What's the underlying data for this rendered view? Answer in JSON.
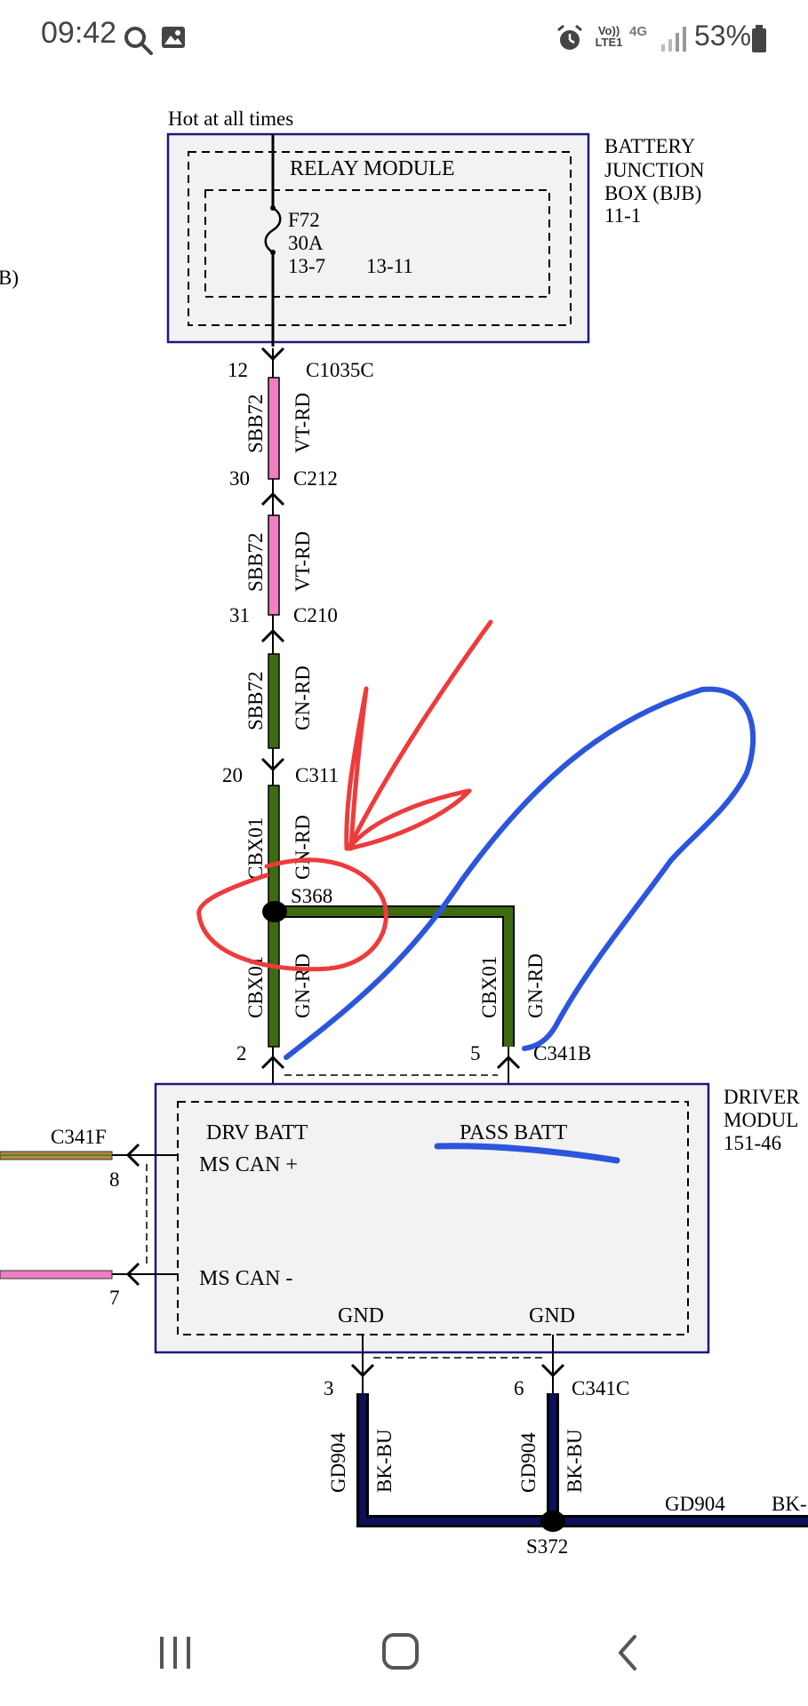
{
  "status_bar": {
    "time": "09:42",
    "network_label": "Vo)) LTE1",
    "network_type": "4G",
    "battery": "53%",
    "icons": [
      "search-icon",
      "gallery-icon",
      "alarm-icon",
      "signal-icon",
      "battery-icon"
    ]
  },
  "diagram": {
    "hot_label": "Hot at all times",
    "bjb": {
      "line1": "BATTERY",
      "line2": "JUNCTION",
      "line3": "BOX (BJB)",
      "ref": "11-1"
    },
    "relay_module": "RELAY MODULE",
    "fuse": {
      "name": "F72",
      "rating": "30A",
      "ref1": "13-7",
      "ref2": "13-11"
    },
    "left_cut_label": "B)",
    "connectors": {
      "c1035c": {
        "pin": "12",
        "name": "C1035C"
      },
      "c212": {
        "pin": "30",
        "name": "C212"
      },
      "c210": {
        "pin": "31",
        "name": "C210"
      },
      "c311": {
        "pin": "20",
        "name": "C311"
      },
      "c341b": {
        "pin_left": "2",
        "pin_right": "5",
        "name": "C341B"
      },
      "c341f": {
        "name": "C341F",
        "pin_top": "8",
        "pin_bottom": "7"
      },
      "c341c": {
        "pin_left": "3",
        "pin_right": "6",
        "name": "C341C"
      }
    },
    "wires": {
      "seg1": {
        "circuit": "SBB72",
        "color": "VT-RD"
      },
      "seg2": {
        "circuit": "SBB72",
        "color": "VT-RD"
      },
      "seg3": {
        "circuit": "SBB72",
        "color": "GN-RD"
      },
      "seg4": {
        "circuit": "CBX01",
        "color": "GN-RD"
      },
      "seg5": {
        "circuit": "CBX01",
        "color": "GN-RD"
      },
      "seg6": {
        "circuit": "CBX01",
        "color": "GN-RD"
      },
      "gnd_left": {
        "circuit": "GD904",
        "color": "BK-BU"
      },
      "gnd_right": {
        "circuit": "GD904",
        "color": "BK-BU"
      },
      "gnd_horizontal": {
        "circuit": "GD904",
        "color": "BK-"
      }
    },
    "splices": {
      "s368": "S368",
      "s372": "S372"
    },
    "driver_module": {
      "line1": "DRIVER",
      "line2": "MODUL",
      "ref": "151-46",
      "drv_batt": "DRV BATT",
      "pass_batt": "PASS BATT",
      "ms_can_plus": "MS CAN +",
      "ms_can_minus": "MS CAN -",
      "gnd_left": "GND",
      "gnd_right": "GND"
    },
    "colors": {
      "wire_violet_red": "#ef7fc0",
      "wire_green": "#3d6b12",
      "wire_ground": "#0b0f5c",
      "module_border": "#1a1a80",
      "module_fill": "#f2f2f2",
      "annotation_red": "#ee3b3b",
      "annotation_blue": "#2c55dd"
    }
  },
  "nav_bar": {
    "icons": [
      "recent-apps-icon",
      "home-icon",
      "back-icon"
    ]
  }
}
